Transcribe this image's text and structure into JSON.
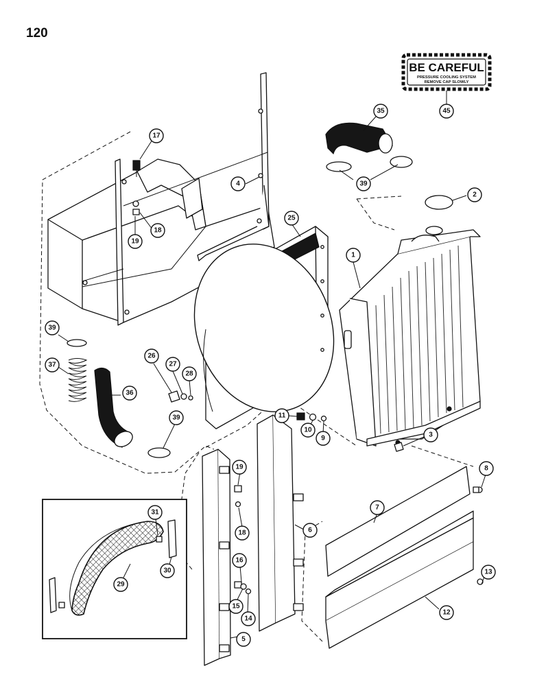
{
  "page_number": "120",
  "decal": {
    "title": "BE CAREFUL",
    "line1": "PRESSURE COOLING SYSTEM",
    "line2": "REMOVE CAP SLOWLY"
  },
  "callouts": [
    {
      "id": "c45",
      "label": "45"
    },
    {
      "id": "c35",
      "label": "35"
    },
    {
      "id": "c39a",
      "label": "39"
    },
    {
      "id": "c2",
      "label": "2"
    },
    {
      "id": "c17",
      "label": "17"
    },
    {
      "id": "c4",
      "label": "4"
    },
    {
      "id": "c18a",
      "label": "18"
    },
    {
      "id": "c19a",
      "label": "19"
    },
    {
      "id": "c25",
      "label": "25"
    },
    {
      "id": "c1",
      "label": "1"
    },
    {
      "id": "c39b",
      "label": "39"
    },
    {
      "id": "c37",
      "label": "37"
    },
    {
      "id": "c26",
      "label": "26"
    },
    {
      "id": "c27",
      "label": "27"
    },
    {
      "id": "c28",
      "label": "28"
    },
    {
      "id": "c36",
      "label": "36"
    },
    {
      "id": "c11",
      "label": "11"
    },
    {
      "id": "c10",
      "label": "10"
    },
    {
      "id": "c9",
      "label": "9"
    },
    {
      "id": "c39c",
      "label": "39"
    },
    {
      "id": "c3",
      "label": "3"
    },
    {
      "id": "c19b",
      "label": "19"
    },
    {
      "id": "c18b",
      "label": "18"
    },
    {
      "id": "c8",
      "label": "8"
    },
    {
      "id": "c7",
      "label": "7"
    },
    {
      "id": "c31",
      "label": "31"
    },
    {
      "id": "c30",
      "label": "30"
    },
    {
      "id": "c6",
      "label": "6"
    },
    {
      "id": "c16",
      "label": "16"
    },
    {
      "id": "c15",
      "label": "15"
    },
    {
      "id": "c29",
      "label": "29"
    },
    {
      "id": "c14",
      "label": "14"
    },
    {
      "id": "c13",
      "label": "13"
    },
    {
      "id": "c12",
      "label": "12"
    },
    {
      "id": "c5",
      "label": "5"
    }
  ]
}
